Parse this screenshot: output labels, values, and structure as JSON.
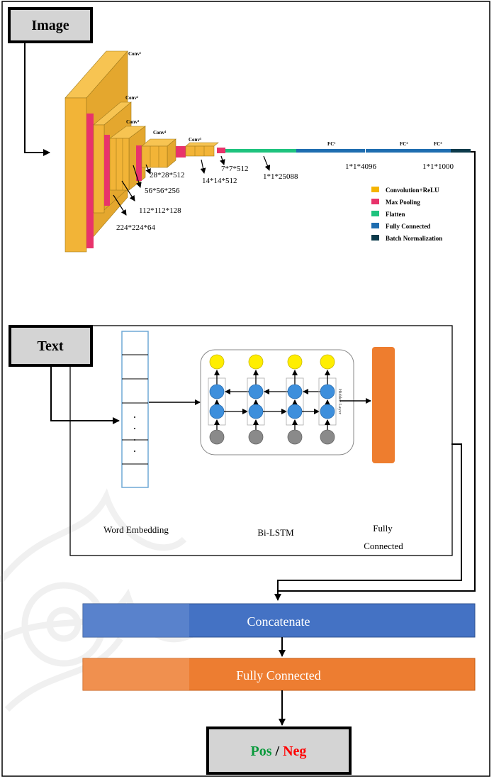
{
  "image_label": "Image",
  "text_label": "Text",
  "vgg": {
    "layers": [
      "Conv¹",
      "Conv²",
      "Conv³",
      "Conv⁴",
      "Conv⁵"
    ],
    "fc_labels": [
      "FC¹",
      "FC²",
      "FC³"
    ],
    "dims": [
      "224*224*64",
      "112*112*128",
      "56*56*256",
      "28*28*512",
      "14*14*512",
      "7*7*512",
      "1*1*25088",
      "1*1*4096",
      "1*1*1000"
    ]
  },
  "legend": [
    {
      "label": "Convolution+ReLU",
      "color": "#f5b400"
    },
    {
      "label": "Max Pooling",
      "color": "#e8336b"
    },
    {
      "label": "Flatten",
      "color": "#1ec37e"
    },
    {
      "label": "Fully Connected",
      "color": "#1e6db0"
    },
    {
      "label": "Batch Normalization",
      "color": "#0b3a4a"
    }
  ],
  "text_branch": {
    "embedding_label": "Word Embedding",
    "bilstm_label": "Bi-LSTM",
    "hidden_label": "Hidden Layer",
    "fc_label_line1": "Fully",
    "fc_label_line2": "Connected"
  },
  "concatenate_label": "Concatenate",
  "fully_connected_label": "Fully Connected",
  "output": {
    "pos": "Pos",
    "separator": " / ",
    "neg": "Neg"
  },
  "colors": {
    "concat": "#4472c4",
    "fc": "#ed7d31",
    "pos": "#0a9a3c",
    "neg": "#ff0000",
    "lstm_yellow": "#ffee00",
    "lstm_blue": "#3d8fdc",
    "lstm_grey": "#8a8a8a"
  }
}
